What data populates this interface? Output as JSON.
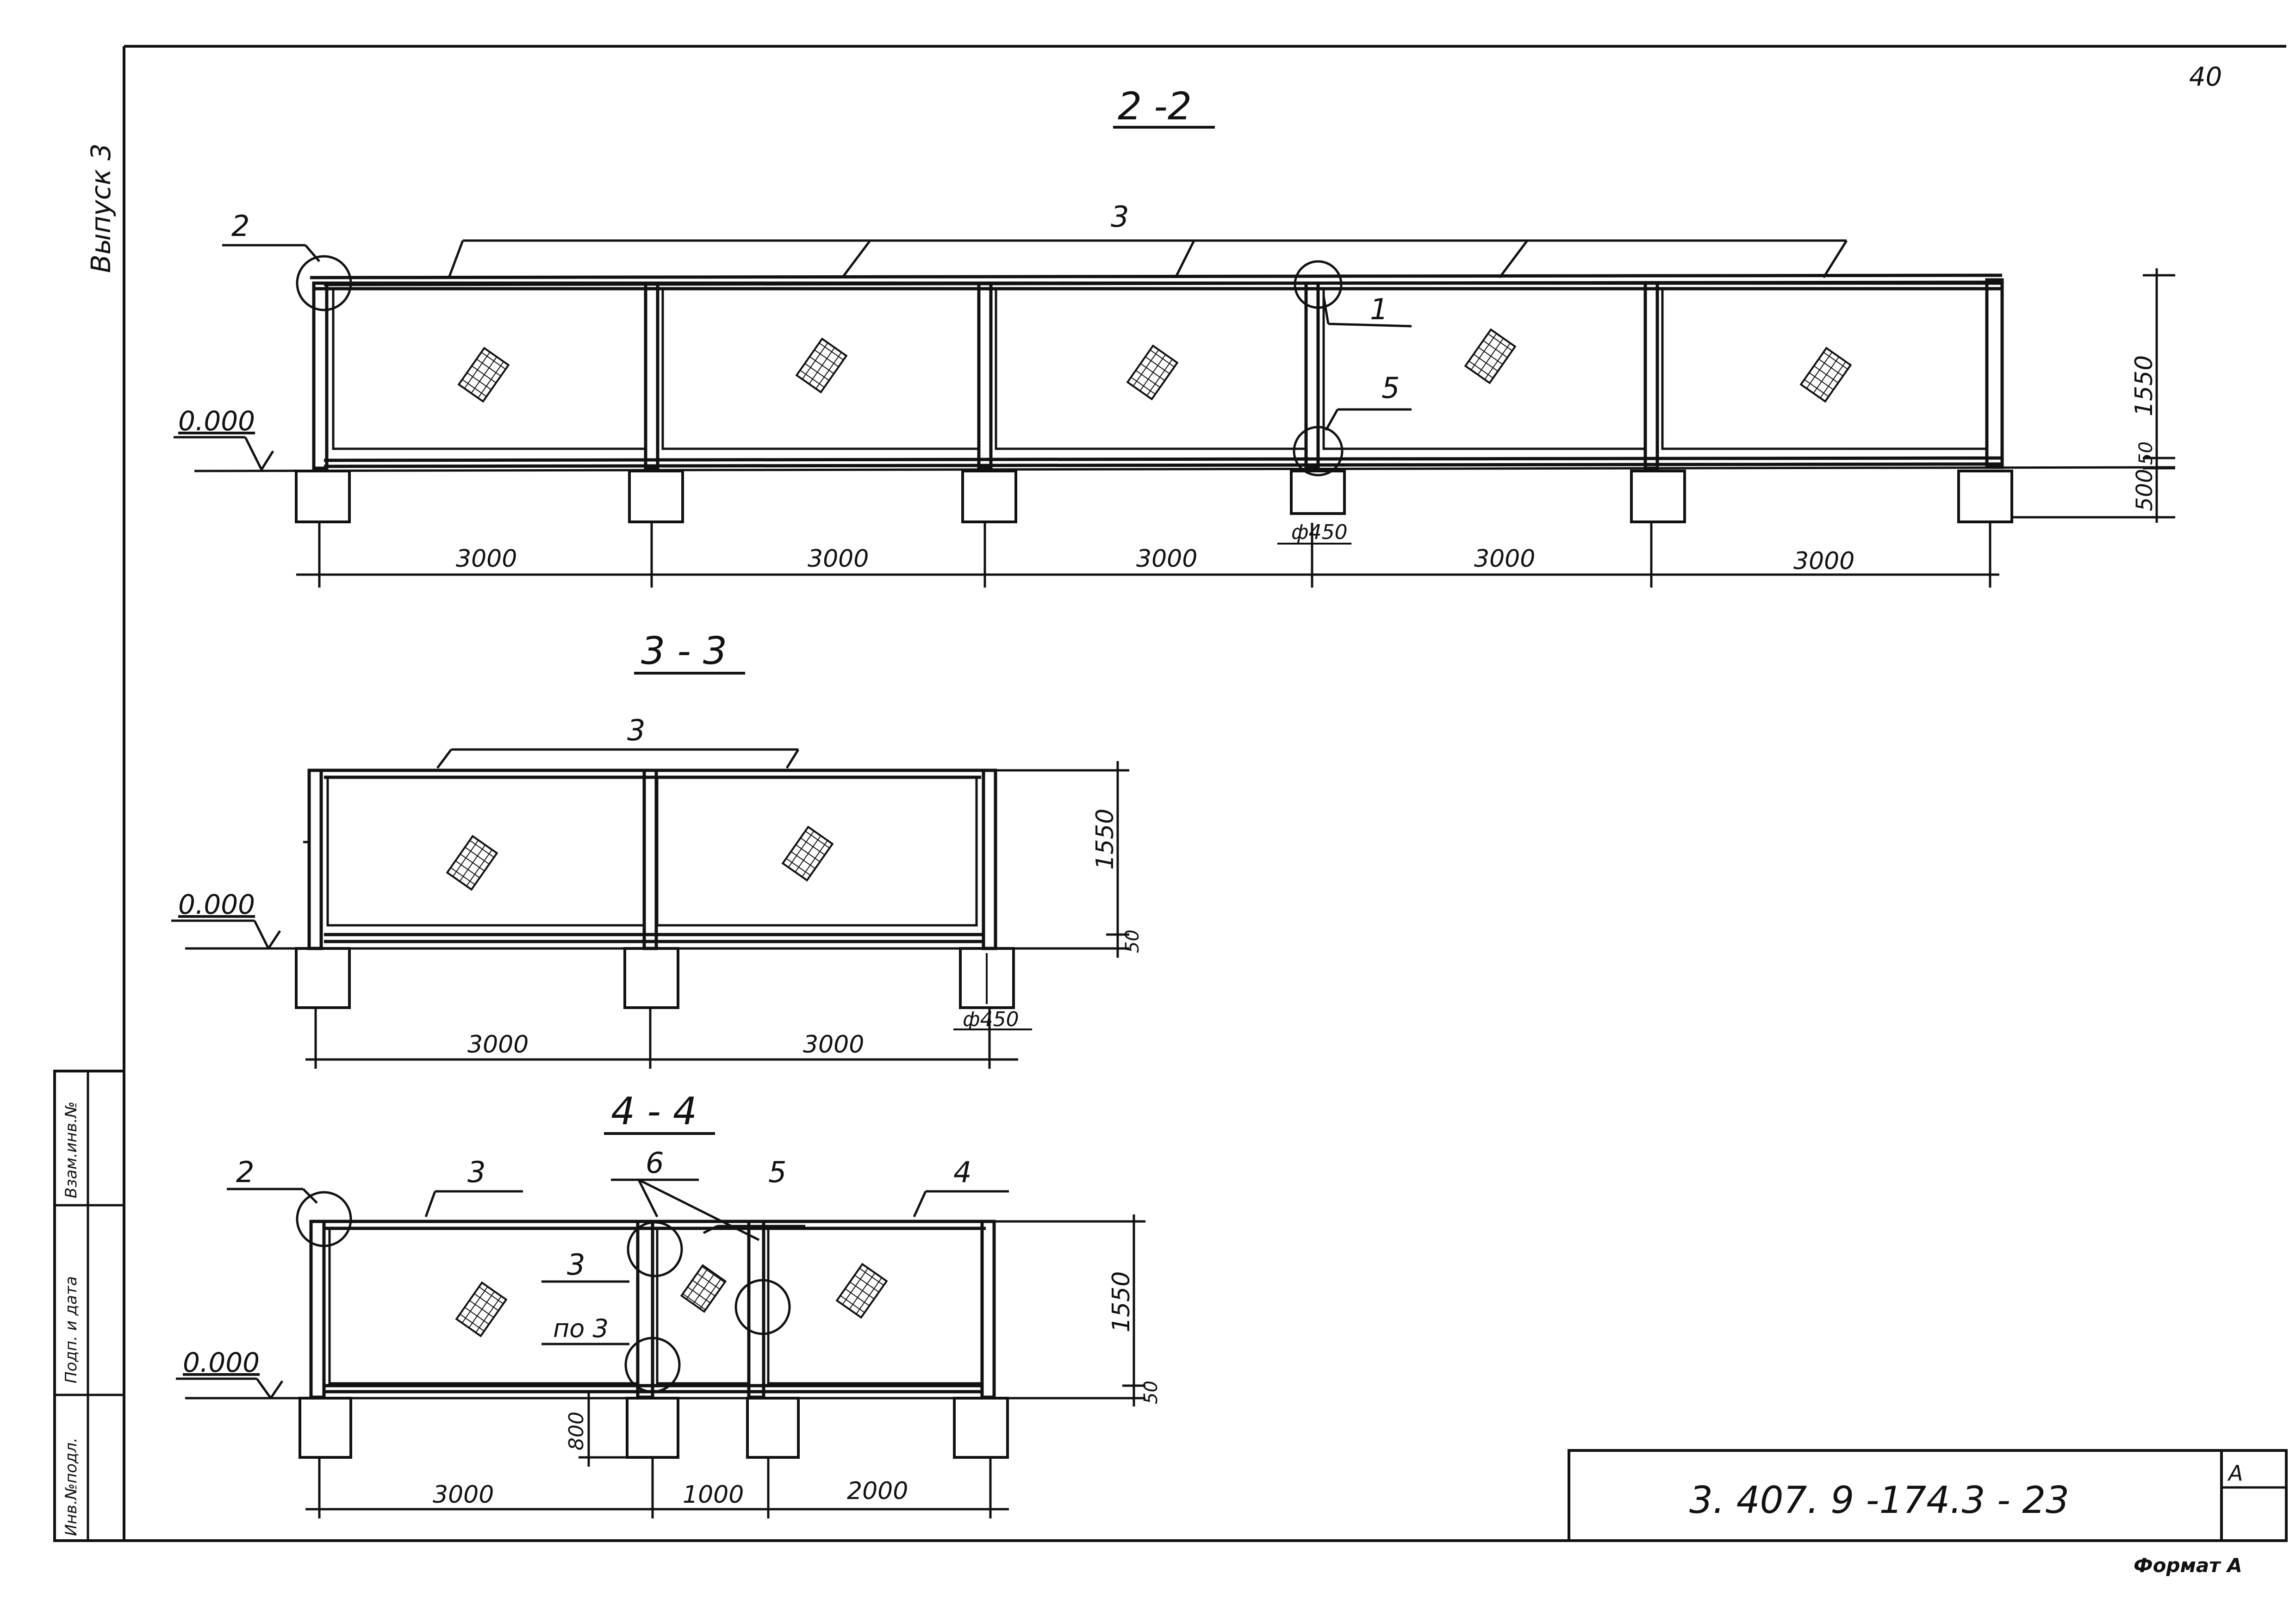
{
  "sheet": {
    "page_number": "40",
    "side_label": "Выпуск 3",
    "stamp_cells": [
      "Инв.№подл.",
      "Подп. и дата",
      "Взам.инв.№"
    ],
    "doc_code": "3. 407. 9 -174.3 - 23",
    "format_label": "Формат А",
    "corner_mark": "А"
  },
  "sections": {
    "s22": {
      "title": "2 -2",
      "level": "0.000",
      "callouts": [
        "2",
        "3",
        "1",
        "5"
      ],
      "dim_spans": [
        "3000",
        "3000",
        "3000",
        "3000",
        "3000"
      ],
      "dim_heights": [
        "1550",
        "50",
        "500"
      ],
      "pile": "ф450"
    },
    "s33": {
      "title": "3 - 3",
      "level": "0.000",
      "callouts": [
        "3"
      ],
      "dim_spans": [
        "3000",
        "3000"
      ],
      "dim_heights": [
        "1550",
        "50"
      ],
      "pile": "ф450"
    },
    "s44": {
      "title": "4 - 4",
      "level": "0.000",
      "callouts": [
        "2",
        "3",
        "6",
        "5",
        "4",
        "3",
        "по 3"
      ],
      "dim_spans": [
        "3000",
        "1000",
        "2000"
      ],
      "dim_heights": [
        "1550",
        "50",
        "800"
      ]
    }
  }
}
